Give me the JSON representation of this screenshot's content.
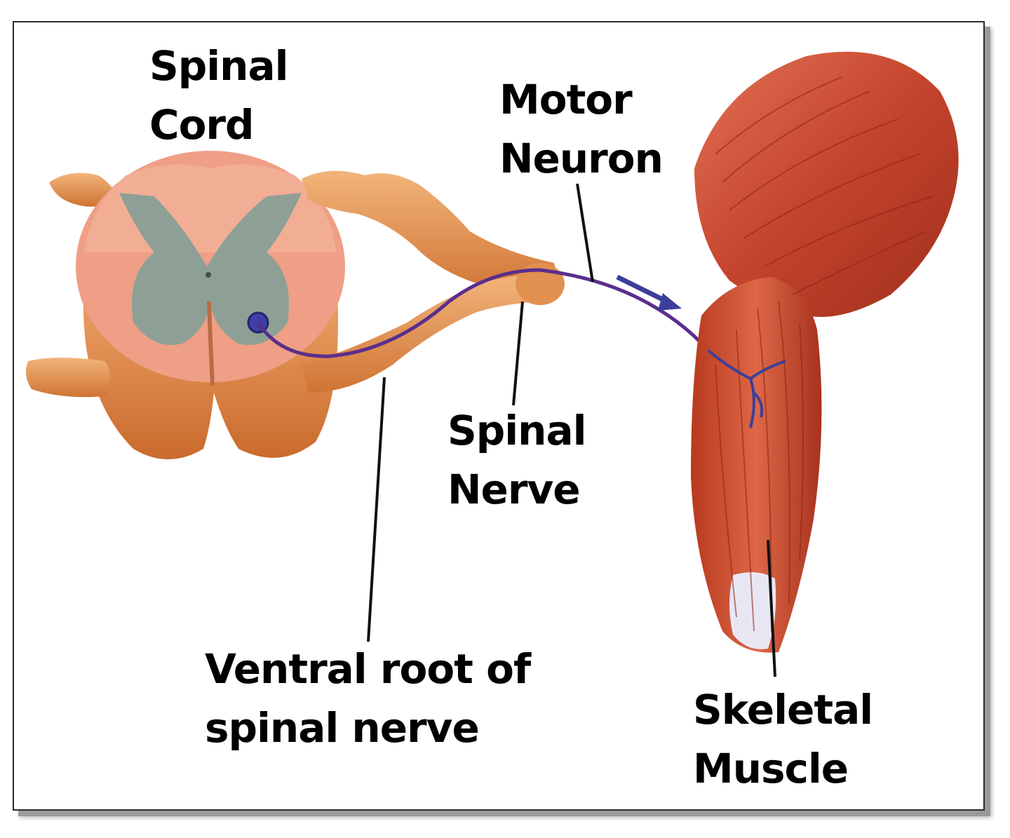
{
  "labels": {
    "spinal_cord": [
      "Spinal",
      "Cord"
    ],
    "motor_neuron": [
      "Motor",
      "Neuron"
    ],
    "spinal_nerve": [
      "Spinal",
      "Nerve"
    ],
    "ventral_root": [
      "Ventral root of",
      "spinal nerve"
    ],
    "skeletal_muscle": [
      "Skeletal",
      "Muscle"
    ]
  },
  "colors": {
    "cord_outer": "#e1873f",
    "cord_white_matter": "#ee9d83",
    "cord_grey_matter": "#8fa095",
    "nerve": "#dd8a45",
    "neuron": "#5a2e8c",
    "muscle": "#c9432d",
    "tendon": "#e9e6f4"
  }
}
